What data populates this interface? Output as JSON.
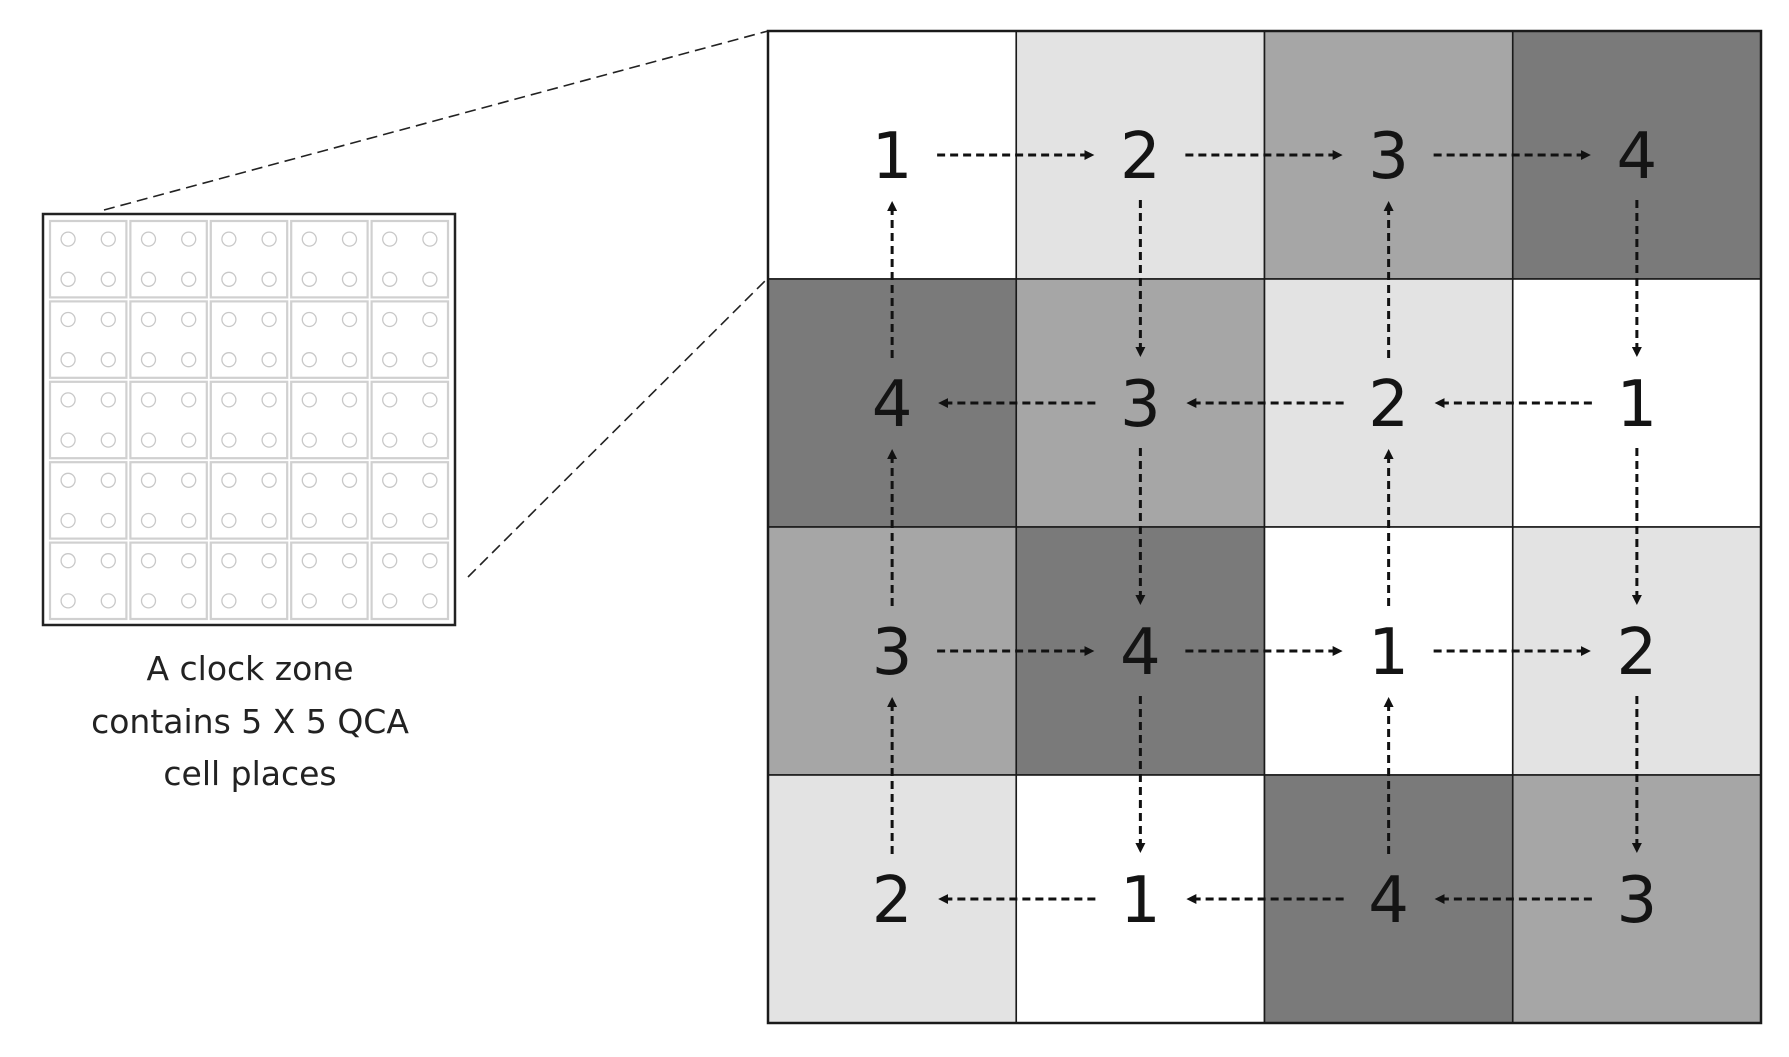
{
  "caption": {
    "lines": [
      "A clock zone",
      "contains 5 X 5 QCA",
      "cell places"
    ]
  },
  "clock_zone_grid": {
    "rows": [
      [
        "1",
        "2",
        "3",
        "4"
      ],
      [
        "4",
        "3",
        "2",
        "1"
      ],
      [
        "3",
        "4",
        "1",
        "2"
      ],
      [
        "2",
        "1",
        "4",
        "3"
      ]
    ],
    "phase_colors": {
      "1": "#ffffff",
      "2": "#e3e3e3",
      "3": "#a6a6a6",
      "4": "#7a7a7a"
    }
  },
  "inset": {
    "cells_per_side": 5
  }
}
